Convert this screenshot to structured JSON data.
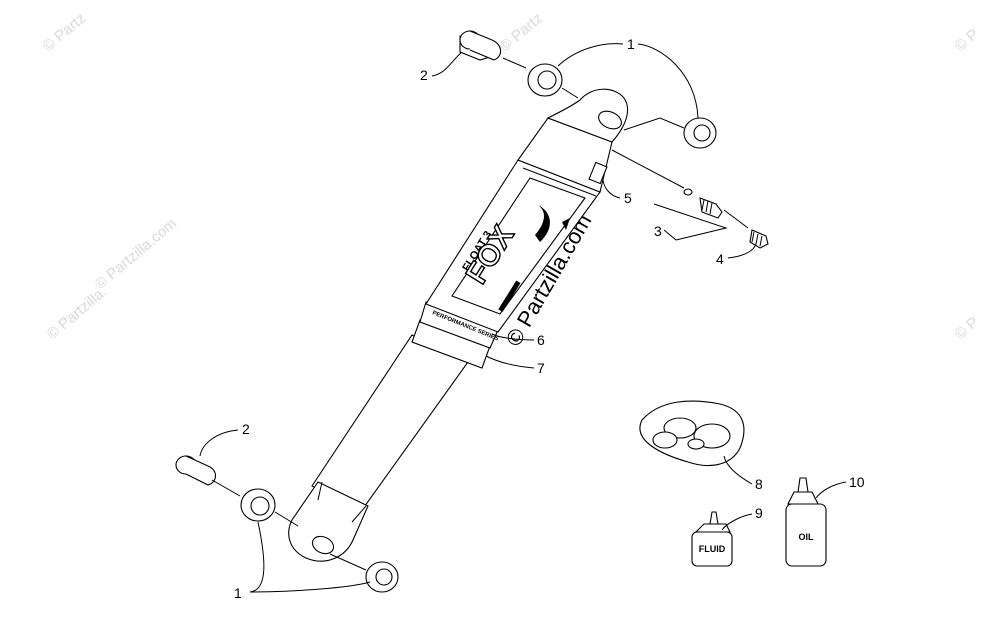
{
  "watermark": {
    "text": "© Partzilla.com",
    "corner_text": "© Partz",
    "corner_text_2": "© Partzilla.",
    "edge_text": "© P"
  },
  "shock_labels": {
    "brand": "FOX",
    "model": "FLOAT 3",
    "band": "PERFORMANCE SERIES"
  },
  "bottles": {
    "fluid": "FLUID",
    "oil": "OIL"
  },
  "callouts": {
    "c1_top": "1",
    "c1_bottom": "1",
    "c2_top": "2",
    "c2_bottom": "2",
    "c3": "3",
    "c4": "4",
    "c5": "5",
    "c6": "6",
    "c7": "7",
    "c8": "8",
    "c9": "9",
    "c10": "10"
  }
}
